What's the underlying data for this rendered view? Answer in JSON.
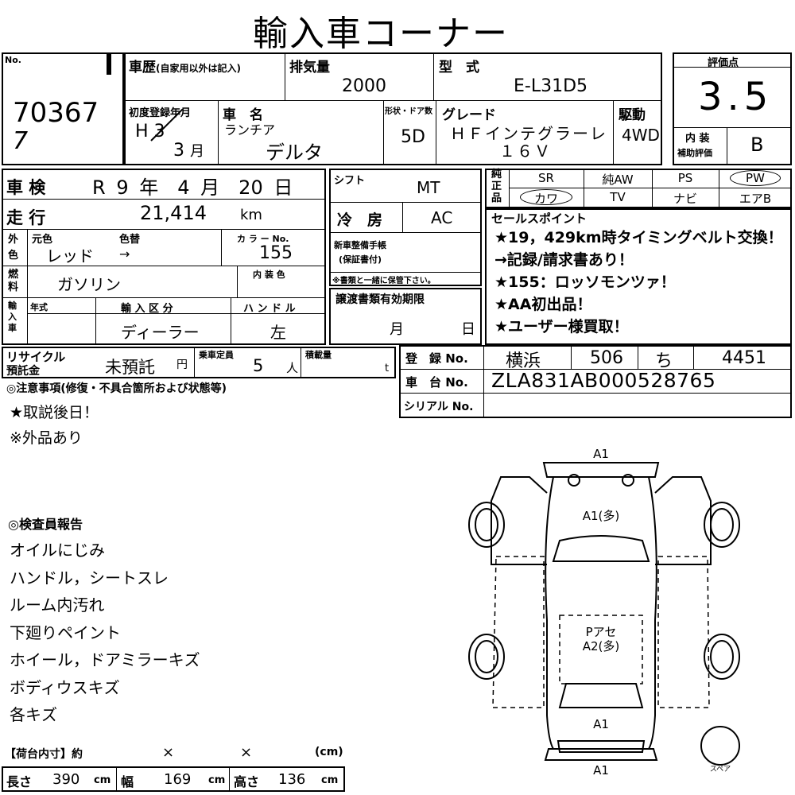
{
  "title": "輸入車コーナー",
  "lot": {
    "no_label": "No.",
    "number": "70367",
    "mark": "7"
  },
  "history": {
    "label": "車歴",
    "sub": "(自家用以外は記入)"
  },
  "displacement": {
    "label": "排気量",
    "value": "2000"
  },
  "model": {
    "label": "型　式",
    "value": "E-L31D5"
  },
  "score": {
    "label": "評価点",
    "value": "3.5",
    "interior_label1": "内 装",
    "interior_label2": "補助評価",
    "interior_value": "B"
  },
  "first_reg": {
    "label": "初度登録年月",
    "era": "H",
    "year": "3",
    "month": "3",
    "month_unit": "月"
  },
  "name": {
    "label": "車　名",
    "maker": "ランチア",
    "value": "デルタ"
  },
  "doors": {
    "label": "形状・ドア数",
    "value": "5D"
  },
  "grade": {
    "label": "グレード",
    "line1": "ＨＦインテグラーレ",
    "line2": "１６Ｖ"
  },
  "drive": {
    "label": "駆動",
    "value": "4WD"
  },
  "inspection": {
    "label": "車 検",
    "era": "R",
    "year": "9",
    "year_unit": "年",
    "month": "4",
    "month_unit": "月",
    "day": "20",
    "day_unit": "日"
  },
  "mileage": {
    "label": "走 行",
    "value": "21,414",
    "unit": "km"
  },
  "shift": {
    "label": "シフト",
    "value": "MT"
  },
  "aircon": {
    "label": "冷　房",
    "value": "AC"
  },
  "equipment": {
    "label": "純正品",
    "items": [
      {
        "name": "SR",
        "circled": false
      },
      {
        "name": "純AW",
        "circled": false
      },
      {
        "name": "PS",
        "circled": false
      },
      {
        "name": "PW",
        "circled": true
      },
      {
        "name": "カワ",
        "circled": true
      },
      {
        "name": "TV",
        "circled": false
      },
      {
        "name": "ナビ",
        "circled": false
      },
      {
        "name": "エアB",
        "circled": false
      }
    ]
  },
  "color": {
    "side": "外色",
    "orig_label": "元色",
    "orig_value": "レッド",
    "change_label": "色替",
    "change_value": "→",
    "code_label": "カ ラ ー No.",
    "code_value": "155",
    "interior_label": "内 装 色"
  },
  "fuel": {
    "label": "燃料",
    "value": "ガソリン"
  },
  "warranty": {
    "line1": "新車整備手帳",
    "line2": "(保証書付)",
    "note": "※書類と一緒に保管下さい。"
  },
  "selling_points": {
    "label": "セールスポイント",
    "items": [
      "★19，429km時タイミングベルト交換！",
      "→記録/請求書あり！",
      "★155：ロッソモンツァ！",
      "★AA初出品！",
      "★ユーザー様買取！"
    ]
  },
  "import": {
    "side": "輸入車",
    "year_label": "年式",
    "type_label": "輸 入 区 分",
    "type_value": "ディーラー",
    "handle_label": "ハ ン ド ル",
    "handle_value": "左"
  },
  "transfer": {
    "label": "譲渡書類有効期限",
    "month": "月",
    "day": "日"
  },
  "recycle": {
    "label1": "リサイクル",
    "label2": "預託金",
    "value": "未預託",
    "unit": "円"
  },
  "capacity": {
    "label": "乗車定員",
    "value": "5",
    "unit": "人"
  },
  "load": {
    "label": "積載量",
    "unit": "t"
  },
  "registration": {
    "label": "登　録 No.",
    "city": "横浜",
    "class": "506",
    "kana": "ち",
    "number": "4451"
  },
  "chassis": {
    "label": "車　台 No.",
    "value": "ZLA831AB000528765"
  },
  "serial": {
    "label": "シリアル No."
  },
  "notes": {
    "label": "◎注意事項(修復・不具合箇所および状態等)",
    "items": [
      "★取説後日！",
      "※外品あり"
    ]
  },
  "inspector": {
    "label": "◎検査員報告",
    "items": [
      "オイルにじみ",
      "ハンドル，シートスレ",
      "ルーム内汚れ",
      "下廻りペイント",
      "ホイール，ドアミラーキズ",
      "ボディウスキズ",
      "各キズ"
    ]
  },
  "diagram": {
    "front": "A1",
    "hood": "A1(多)",
    "roof1": "Pアセ",
    "roof2": "A2(多)",
    "trunk": "A1",
    "rear": "A1",
    "spare": "スペア"
  },
  "cargo": {
    "label": "【荷台内寸】約",
    "x1": "×",
    "x2": "×",
    "unit": "(cm)"
  },
  "dimensions": {
    "length_label": "長さ",
    "length": "390",
    "width_label": "幅",
    "width": "169",
    "height_label": "高さ",
    "height": "136",
    "unit": "cm"
  }
}
